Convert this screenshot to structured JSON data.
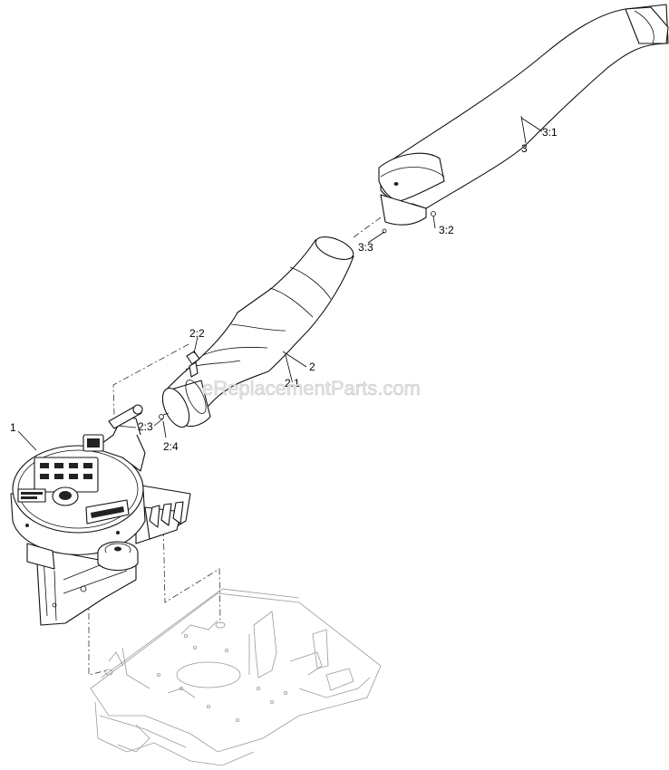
{
  "watermark": "eReplacementParts.com",
  "callouts": [
    {
      "id": "c1",
      "label": "1"
    },
    {
      "id": "c2",
      "label": "2"
    },
    {
      "id": "c2-1",
      "label": "2:1"
    },
    {
      "id": "c2-2",
      "label": "2:2"
    },
    {
      "id": "c2-3",
      "label": "2:3"
    },
    {
      "id": "c2-4",
      "label": "2:4"
    },
    {
      "id": "c3",
      "label": "3"
    },
    {
      "id": "c3-1",
      "label": "3:1"
    },
    {
      "id": "c3-2",
      "label": "3:2"
    },
    {
      "id": "c3-3",
      "label": "3:3"
    }
  ]
}
